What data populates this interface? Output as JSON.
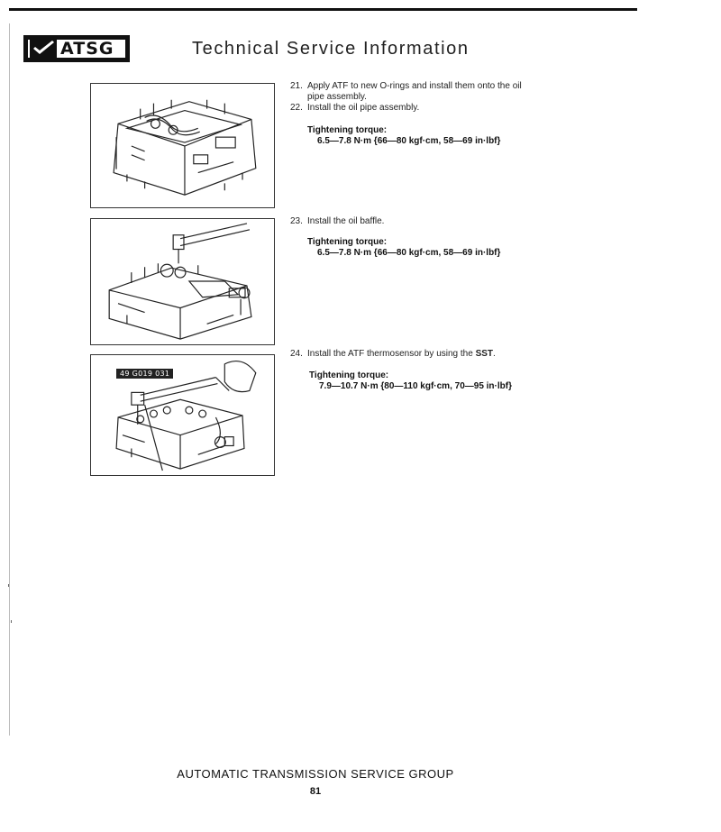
{
  "header": {
    "logo_text": "ATSG",
    "title": "Technical Service Information"
  },
  "steps": [
    {
      "num": "21.",
      "line1": "Apply ATF to new O-rings and install them onto the oil",
      "line2": "pipe assembly."
    },
    {
      "num": "22.",
      "line1": "Install the oil pipe assembly."
    },
    {
      "num": "23.",
      "line1": "Install the oil baffle."
    },
    {
      "num": "24.",
      "line1_pre": "Install the ATF thermosensor by using the ",
      "line1_bold": "SST",
      "line1_post": "."
    }
  ],
  "torques": [
    {
      "label": "Tightening torque:",
      "value": "6.5—7.8 N·m {66—80 kgf·cm, 58—69 in·lbf}"
    },
    {
      "label": "Tightening torque:",
      "value": "6.5—7.8 N·m {66—80 kgf·cm, 58—69 in·lbf}"
    },
    {
      "label": "Tightening torque:",
      "value": "7.9—10.7 N·m {80—110 kgf·cm, 70—95 in·lbf}"
    }
  ],
  "figures": {
    "fig3_part_label": "49 G019 031"
  },
  "footer": {
    "title": "AUTOMATIC TRANSMISSION SERVICE GROUP",
    "page_number": "81"
  }
}
